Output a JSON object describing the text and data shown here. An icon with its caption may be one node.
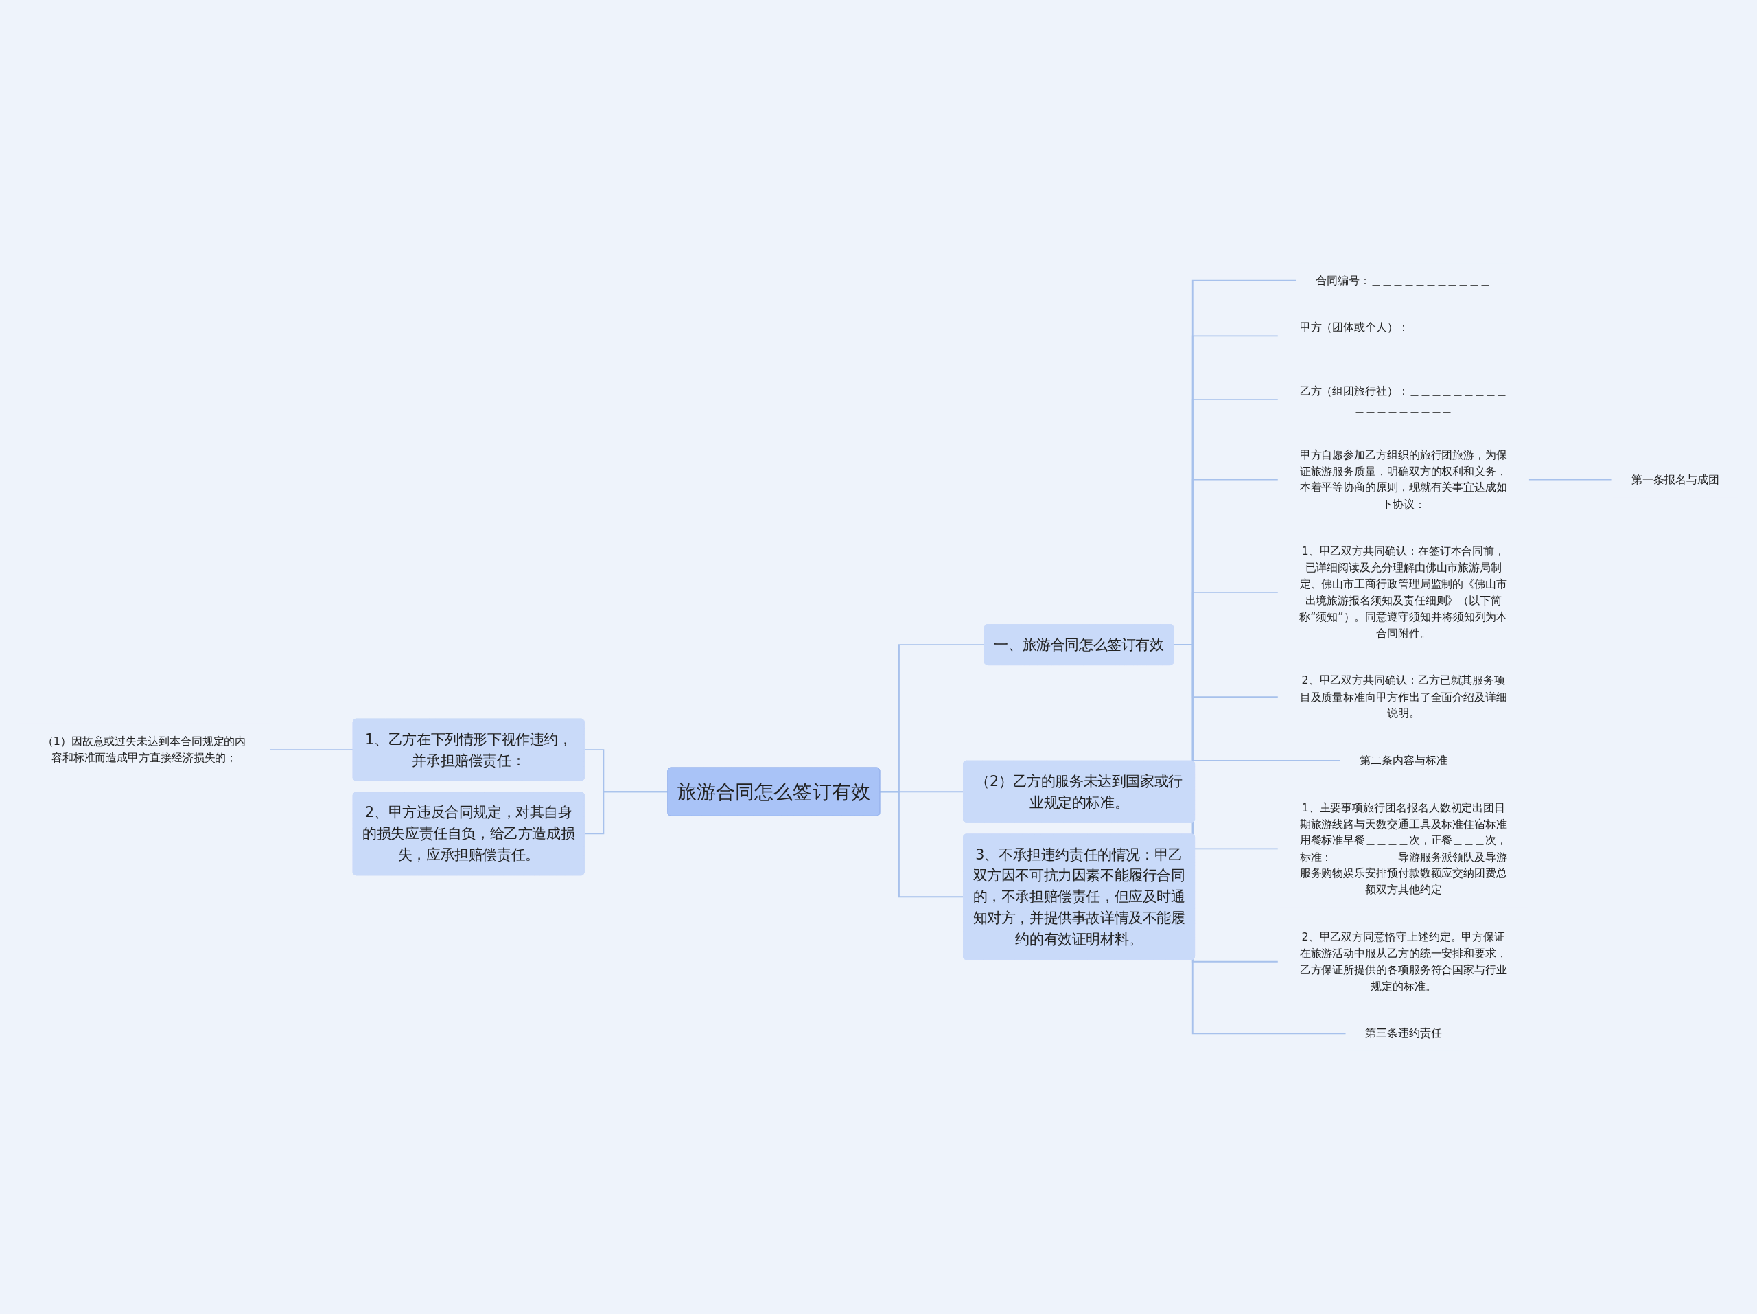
{
  "diagram": {
    "nodes": [
      {
        "text": [
          "旅游合同怎么签订有效"
        ]
      },
      {
        "text": [
          "一、旅游合同怎么签订有效"
        ]
      },
      {
        "text": [
          "合同编号：＿＿＿＿＿＿＿＿＿＿＿"
        ]
      },
      {
        "text": [
          "甲方（团体或个人）：＿＿＿＿＿＿＿＿＿＿＿＿＿＿＿＿＿＿"
        ]
      },
      {
        "text": [
          "乙方（组团旅行社）：＿＿＿＿＿＿＿＿＿＿＿＿＿＿＿＿＿＿"
        ]
      },
      {
        "text": [
          "甲方自愿参加乙方组织的旅行团旅游，为保证旅游服务质量，明确双方的权利和义务，本着平等协商的原则，现就有关事宜达成如下协议："
        ]
      },
      {
        "text": [
          "第一条报名与成团"
        ]
      },
      {
        "text": [
          "1、甲乙双方共同确认：在签订本合同前，已详细阅读及充分理解由佛山市旅游局制定、佛山市工商行政管理局监制的《佛山市出境旅游报名须知及责任细则》（以下简称“须知”）。同意遵守须知并将须知列为本合同附件。"
        ]
      },
      {
        "text": [
          "2、甲乙双方共同确认：乙方已就其服务项目及质量标准向甲方作出了全面介绍及详细说明。"
        ]
      },
      {
        "text": [
          "第二条内容与标准"
        ]
      },
      {
        "text": [
          "1、主要事项旅行团名报名人数初定出团日期旅游线路与天数交通工具及标准住宿标准用餐标准早餐＿＿＿＿次，正餐＿＿＿次，标准：＿＿＿＿＿＿导游服务派领队及导游服务购物娱乐安排预付款数额应交纳团费总额双方其他约定"
        ]
      },
      {
        "text": [
          "2、甲乙双方同意恪守上述约定。甲方保证在旅游活动中服从乙方的统一安排和要求，乙方保证所提供的各项服务符合国家与行业规定的标准。"
        ]
      },
      {
        "text": [
          "第三条违约责任"
        ]
      },
      {
        "text": [
          "（2）乙方的服务未达到国家或行业规定的标准。"
        ]
      },
      {
        "text": [
          "3、不承担违约责任的情况：甲乙双方因不可抗力因素不能履行合同的，不承担赔偿责任，但应及时通知对方，并提供事故详情及不能履约的有效证明材料。"
        ]
      },
      {
        "text": [
          "1、乙方在下列情形下视作违约，并承担赔偿责任："
        ]
      },
      {
        "text": [
          "2、甲方违反合同规定，对其自身的损失应责任自负，给乙方造成损失，应承担赔偿责任。"
        ]
      },
      {
        "text": [
          "（1）因故意或过失未达到本合同规定的内容和标准而造成甲方直接经济损失的；"
        ]
      }
    ],
    "edges": [
      {
        "from": 0,
        "to": 1,
        "arrow": "none"
      },
      {
        "from": 1,
        "to": 2,
        "arrow": "none"
      },
      {
        "from": 1,
        "to": 3,
        "arrow": "none"
      },
      {
        "from": 1,
        "to": 4,
        "arrow": "none"
      },
      {
        "from": 1,
        "to": 5,
        "arrow": "none"
      },
      {
        "from": 5,
        "to": 6,
        "arrow": "none"
      },
      {
        "from": 1,
        "to": 7,
        "arrow": "none"
      },
      {
        "from": 1,
        "to": 8,
        "arrow": "none"
      },
      {
        "from": 1,
        "to": 9,
        "arrow": "none"
      },
      {
        "from": 1,
        "to": 10,
        "arrow": "none"
      },
      {
        "from": 1,
        "to": 11,
        "arrow": "none"
      },
      {
        "from": 1,
        "to": 12,
        "arrow": "none"
      },
      {
        "from": 0,
        "to": 13,
        "arrow": "none"
      },
      {
        "from": 0,
        "to": 14,
        "arrow": "none"
      },
      {
        "from": 15,
        "to": 0,
        "arrow": "none"
      },
      {
        "from": 16,
        "to": 0,
        "arrow": "none"
      },
      {
        "from": 17,
        "to": 15,
        "arrow": "none"
      }
    ]
  }
}
